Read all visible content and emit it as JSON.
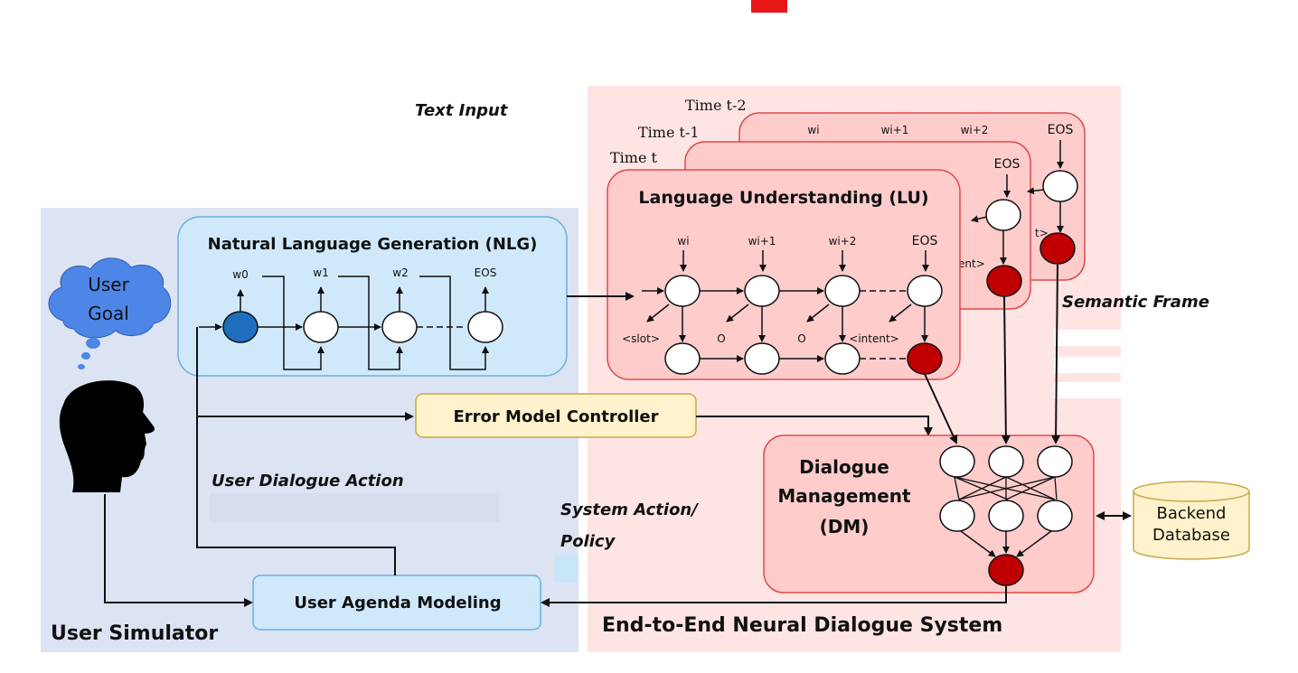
{
  "labels": {
    "text_input": "Text Input",
    "time_t2": "Time t-2",
    "time_t1": "Time t-1",
    "time_t": "Time t",
    "lu_title": "Language Understanding (LU)",
    "nlg_title": "Natural Language Generation (NLG)",
    "user_goal_line1": "User",
    "user_goal_line2": "Goal",
    "semantic_frame": "Semantic Frame",
    "error_model": "Error Model Controller",
    "user_dialogue_action": "User Dialogue Action",
    "system_action_line1": "System Action/",
    "system_action_line2": "Policy",
    "dm_line1": "Dialogue",
    "dm_line2": "Management",
    "dm_line3": "(DM)",
    "backend_line1": "Backend",
    "backend_line2": "Database",
    "user_agenda": "User Agenda Modeling",
    "user_simulator": "User Simulator",
    "end_to_end": "End-to-End Neural Dialogue System"
  },
  "nlg_tokens": [
    "w0",
    "w1",
    "w2",
    "EOS"
  ],
  "lu_tokens": [
    "wi",
    "wi+1",
    "wi+2",
    "EOS"
  ],
  "lu_tags": [
    "<slot>",
    "O",
    "O",
    "<intent>"
  ],
  "back_tokens": [
    "wi",
    "wi+1",
    "wi+2",
    "EOS"
  ],
  "back_tag_fragments": [
    "ent>",
    "t>"
  ],
  "colors": {
    "simulator_bg": "#dce3f2",
    "system_bg": "#ffe4e4",
    "nlg_fill": "#cfe9fb",
    "lu_fill": "#ffcccc",
    "lu_stroke": "#e04848",
    "error_fill": "#fff2cc",
    "db_fill": "#fff2cc",
    "red_node": "#c00000",
    "blue_node": "#1f6fbf"
  }
}
